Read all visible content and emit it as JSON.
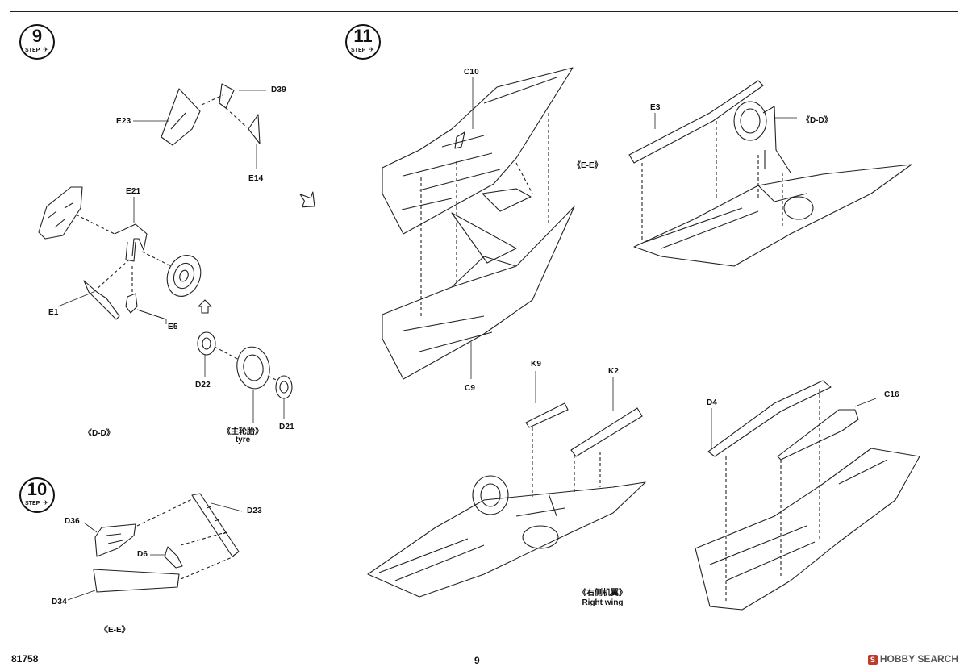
{
  "steps": {
    "s9": {
      "number": "9",
      "word": "STEP"
    },
    "s10": {
      "number": "10",
      "word": "STEP"
    },
    "s11": {
      "number": "11",
      "word": "STEP"
    }
  },
  "step9": {
    "parts": [
      "D39",
      "E23",
      "E14",
      "E21",
      "E1",
      "E5",
      "D22",
      "D21"
    ],
    "caption_view": "《D-D》",
    "caption_tyre_cn": "《主轮胎》",
    "caption_tyre_en": "tyre"
  },
  "step10": {
    "parts": [
      "D36",
      "D23",
      "D6",
      "D34"
    ],
    "caption_view": "《E-E》"
  },
  "step11": {
    "parts": [
      "C10",
      "E3",
      "C9",
      "K9",
      "K2",
      "D4",
      "C16"
    ],
    "callout_ee": "《E-E》",
    "callout_dd": "《D-D》",
    "caption_cn": "《右侧机翼》",
    "caption_en": "Right wing"
  },
  "footer": {
    "kit_number": "81758",
    "page_number": "9",
    "watermark": "HOBBY SEARCH",
    "watermark_mark": "S"
  },
  "colors": {
    "line": "#222222",
    "background": "#ffffff",
    "watermark_mark": "#c0392b"
  }
}
